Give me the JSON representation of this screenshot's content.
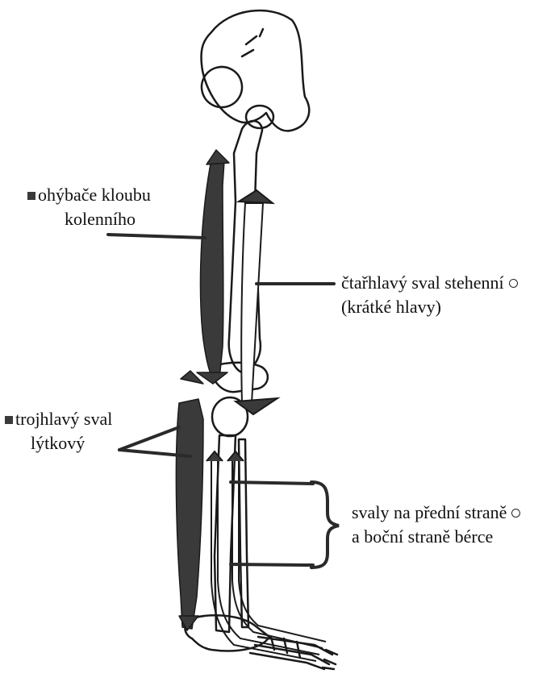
{
  "labels": {
    "knee_flexors": {
      "line1": "ohýbače kloubu",
      "line2": "kolenního",
      "marker": "filled-square"
    },
    "quadriceps": {
      "line1": "čtařhlavý sval stehenní",
      "line2": "(krátké hlavy)",
      "marker": "open-circle"
    },
    "triceps_surae": {
      "line1": "trojhlavý sval",
      "line2": "lýtkový",
      "marker": "filled-square"
    },
    "shin_muscles": {
      "line1": "svaly na přední straně",
      "line2": "a boční straně bérce",
      "marker": "open-circle"
    }
  },
  "colors": {
    "bone_outline": "#1a1a1a",
    "muscle_dark": "#3a3a3a",
    "background": "#ffffff"
  }
}
